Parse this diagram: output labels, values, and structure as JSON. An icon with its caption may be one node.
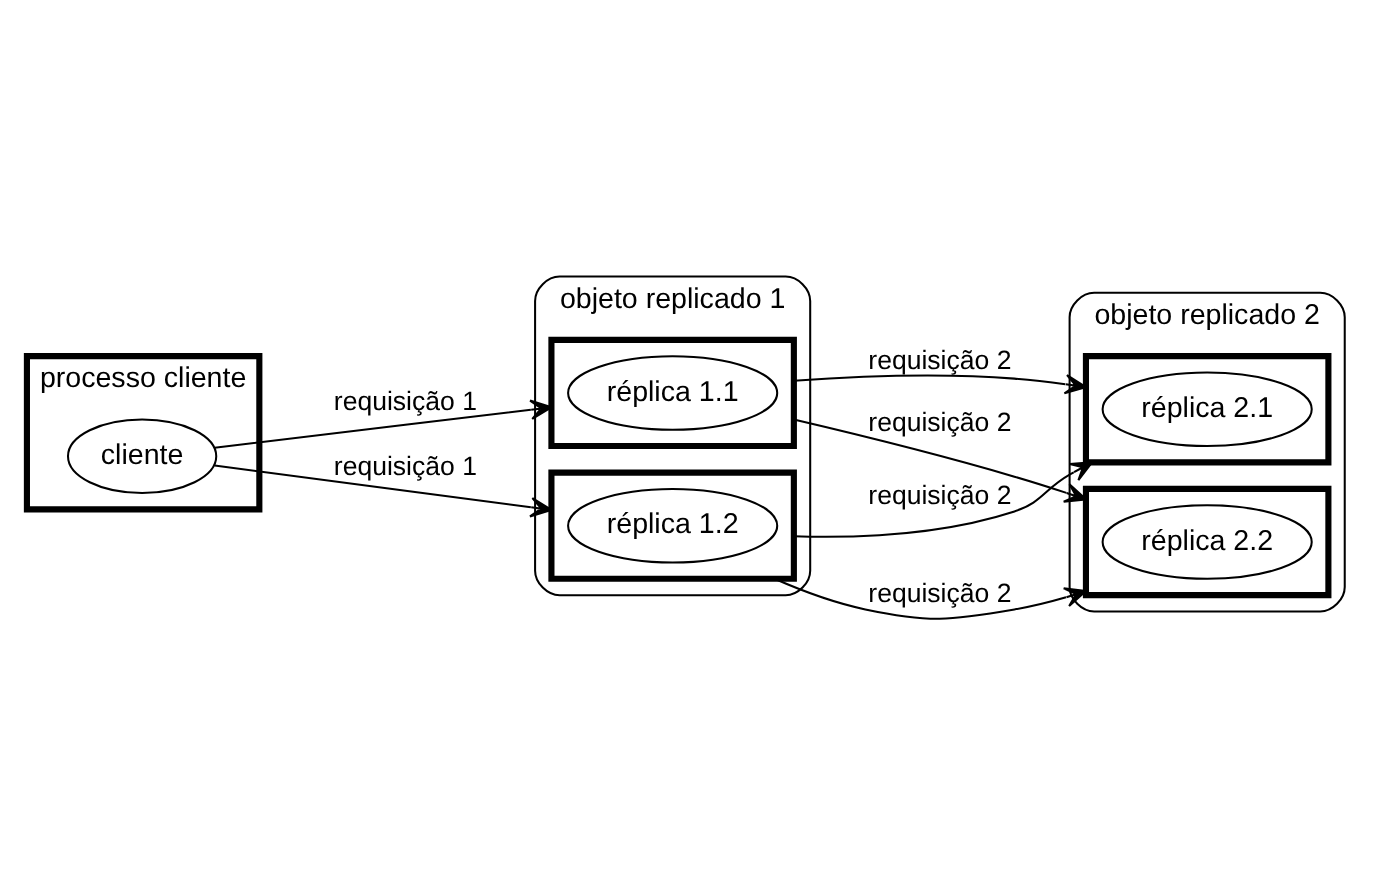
{
  "diagram": {
    "nodes": [
      {
        "text": [
          "processo cliente"
        ]
      },
      {
        "text": [
          "cliente"
        ],
        "in": 0
      },
      {
        "text": [
          "objeto replicado 1"
        ]
      },
      {
        "text": [],
        "shape": "box",
        "in": 2
      },
      {
        "text": [
          "réplica 1.1"
        ],
        "in": 3
      },
      {
        "text": [],
        "shape": "box",
        "in": 2
      },
      {
        "text": [
          "réplica 1.2"
        ],
        "in": 5
      },
      {
        "text": [
          "objeto replicado 2"
        ]
      },
      {
        "text": [],
        "shape": "box",
        "in": 7
      },
      {
        "text": [
          "réplica 2.1"
        ],
        "in": 8
      },
      {
        "text": [],
        "shape": "box",
        "in": 7
      },
      {
        "text": [
          "réplica 2.2"
        ],
        "in": 10
      }
    ],
    "edges": [
      {
        "from": 1,
        "to": 3,
        "arrow": "to",
        "label": "requisição 1"
      },
      {
        "from": 1,
        "to": 5,
        "arrow": "to",
        "label": "requisição 1"
      },
      {
        "from": 3,
        "to": 8,
        "arrow": "to",
        "label": "requisição 2"
      },
      {
        "from": 5,
        "to": 8,
        "arrow": "to",
        "label": "requisição 2"
      },
      {
        "from": 3,
        "to": 10,
        "arrow": "to",
        "label": "requisição 2"
      },
      {
        "from": 5,
        "to": 10,
        "arrow": "to",
        "label": "requisição 2"
      }
    ]
  }
}
